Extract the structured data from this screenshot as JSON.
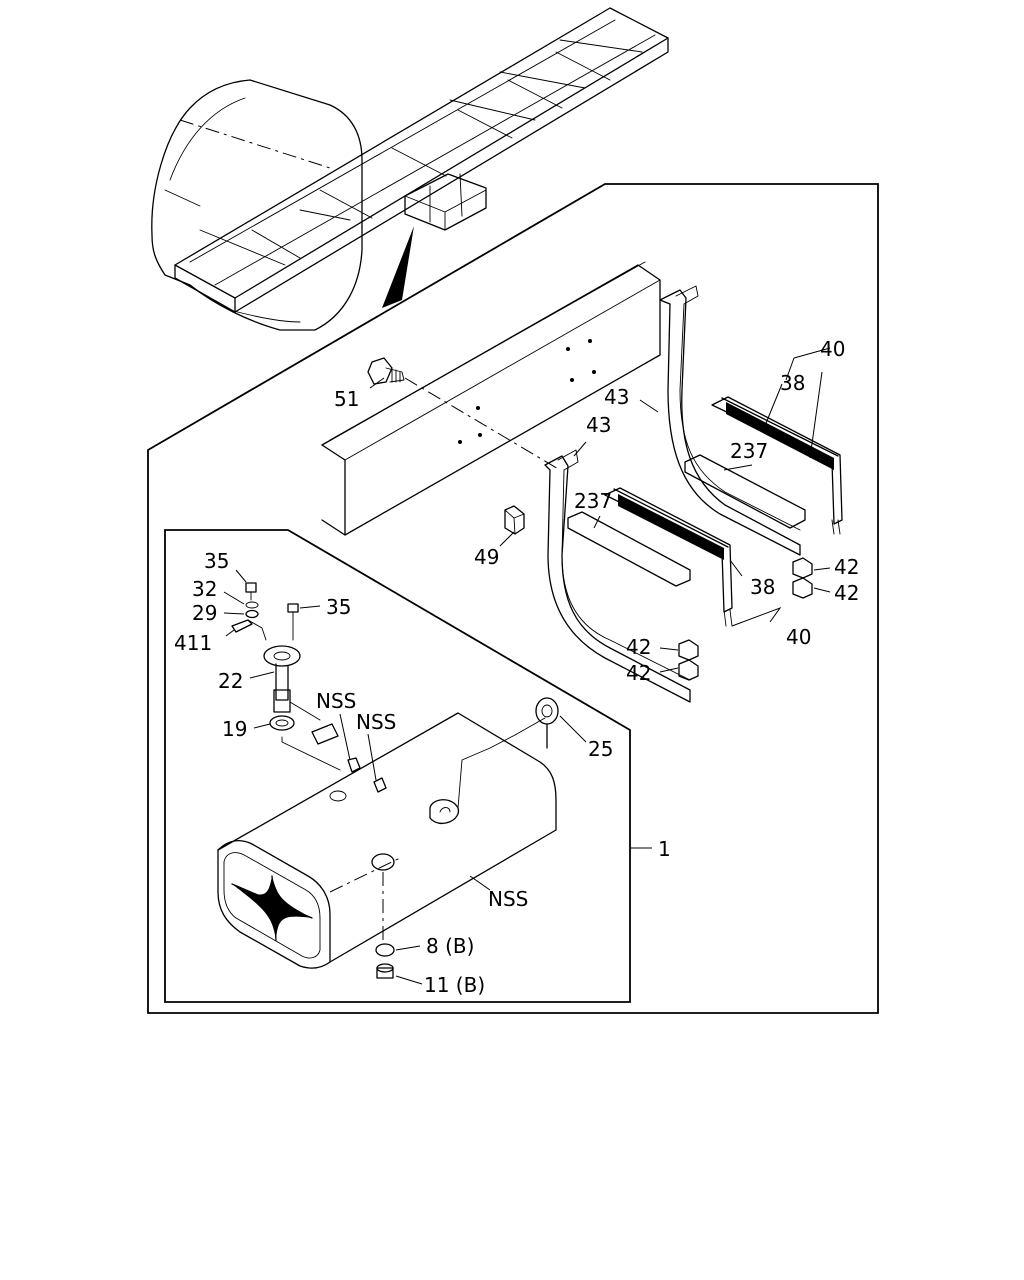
{
  "callouts": {
    "c51": "51",
    "c40_top": "40",
    "c38_top": "38",
    "c43_top": "43",
    "c43_mid": "43",
    "c237_top": "237",
    "c237_mid": "237",
    "c49": "49",
    "c42_a": "42",
    "c42_b": "42",
    "c38_bottom": "38",
    "c40_bottom": "40",
    "c42_c": "42",
    "c42_d": "42",
    "c35_a": "35",
    "c32": "32",
    "c29": "29",
    "c35_b": "35",
    "c411": "411",
    "c22": "22",
    "c19": "19",
    "nss_a": "NSS",
    "nss_b": "NSS",
    "nss_c": "NSS",
    "c25": "25",
    "c1": "1",
    "c8": "8 (B)",
    "c11": "11 (B)"
  }
}
